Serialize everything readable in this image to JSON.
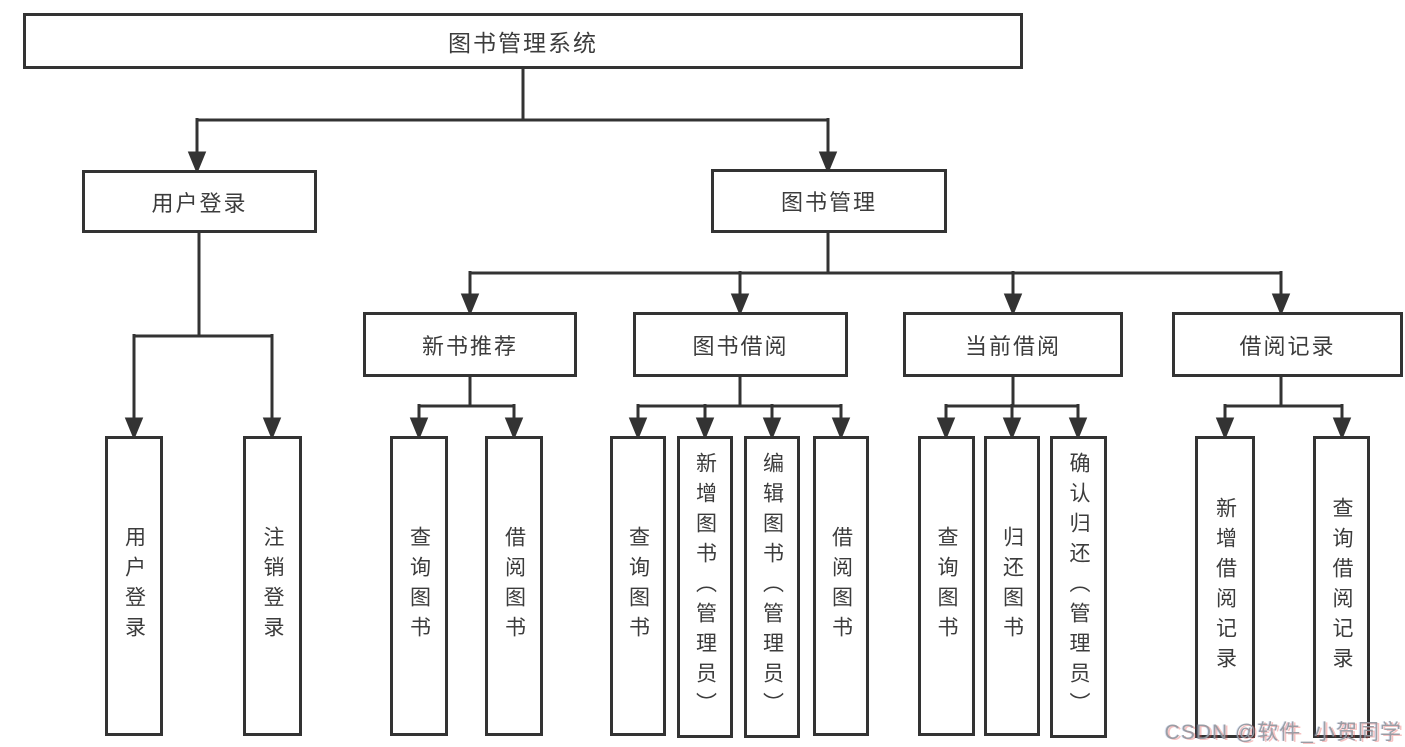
{
  "diagram": {
    "root": {
      "label": "图书管理系统"
    },
    "user_login": {
      "label": "用户登录",
      "children": [
        {
          "label": "用户登录"
        },
        {
          "label": "注销登录"
        }
      ]
    },
    "book_management": {
      "label": "图书管理",
      "sections": [
        {
          "label": "新书推荐",
          "children": [
            {
              "label": "查询图书"
            },
            {
              "label": "借阅图书"
            }
          ]
        },
        {
          "label": "图书借阅",
          "children": [
            {
              "label": "查询图书"
            },
            {
              "label": "新增图书（管理员）"
            },
            {
              "label": "编辑图书（管理员）"
            },
            {
              "label": "借阅图书"
            }
          ]
        },
        {
          "label": "当前借阅",
          "children": [
            {
              "label": "查询图书"
            },
            {
              "label": "归还图书"
            },
            {
              "label": "确认归还（管理员）"
            }
          ]
        },
        {
          "label": "借阅记录",
          "children": [
            {
              "label": "新增借阅记录"
            },
            {
              "label": "查询借阅记录"
            }
          ]
        }
      ]
    }
  },
  "watermark": {
    "text": "CSDN @软件_小贺同学"
  },
  "colors": {
    "line": "#333333",
    "box_border": "#333333",
    "text": "#3c3c3c",
    "background": "#ffffff",
    "watermark_gray": "#94989e",
    "watermark_accent": "#e55050"
  }
}
